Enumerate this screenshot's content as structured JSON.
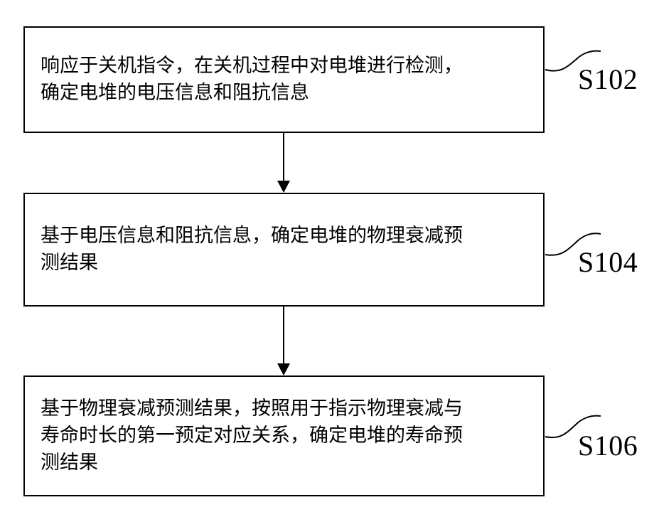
{
  "steps": [
    {
      "id": "S102",
      "text": "响应于关机指令，在关机过程中对电堆进行检测，\n确定电堆的电压信息和阻抗信息"
    },
    {
      "id": "S104",
      "text": "基于电压信息和阻抗信息，确定电堆的物理衰减预\n测结果"
    },
    {
      "id": "S106",
      "text": "基于物理衰减预测结果，按照用于指示物理衰减与\n寿命时长的第一预定对应关系，确定电堆的寿命预\n测结果"
    }
  ]
}
